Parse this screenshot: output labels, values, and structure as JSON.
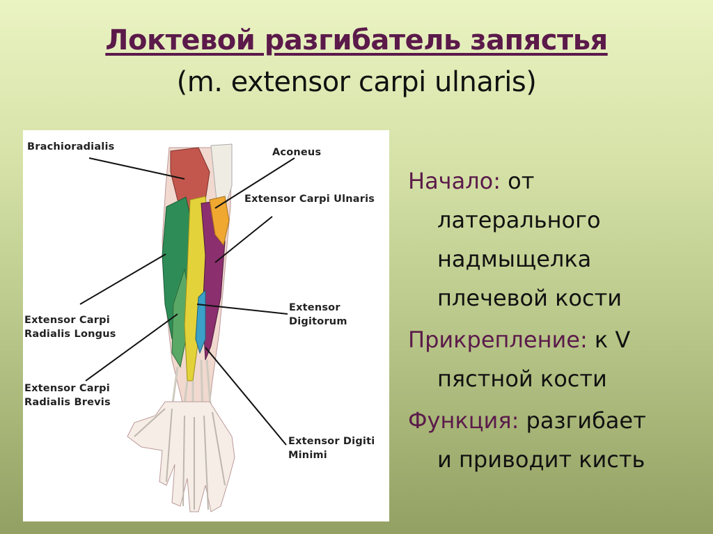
{
  "title": {
    "line1": "Локтевой разгибатель запястья",
    "line2": "(m. extensor carpi ulnaris)"
  },
  "figure": {
    "labels": {
      "brachioradialis": "Brachioradialis",
      "aconeus": "Aconeus",
      "ecu": "Extensor Carpi Ulnaris",
      "ecrl_1": "Extensor Carpi",
      "ecrl_2": "Radialis Longus",
      "ed_1": "Extensor",
      "ed_2": "Digitorum",
      "ecrb_1": "Extensor Carpi",
      "ecrb_2": "Radialis Brevis",
      "edm_1": "Extensor Digiti",
      "edm_2": "Minimi"
    },
    "colors": {
      "brachioradialis": "#c4574d",
      "ecrl": "#2e8c57",
      "ecrb": "#5aa866",
      "digitorum": "#e3d23a",
      "ecu": "#8b2f6e",
      "digiti_minimi": "#3aa0c8",
      "aconeus": "#f0a830",
      "tendon": "#e8e6df"
    }
  },
  "description": {
    "origin_key": "Начало:",
    "origin_val1": "от",
    "origin_l2": "латерального",
    "origin_l3": "надмыщелка",
    "origin_l4": "плечевой кости",
    "insertion_key": "Прикрепление:",
    "insertion_val1": "к V",
    "insertion_l2": "пястной кости",
    "function_key": "Функция:",
    "function_val1": "разгибает",
    "function_l2": "и приводит кисть"
  },
  "accent_color": "#5b1a4a"
}
